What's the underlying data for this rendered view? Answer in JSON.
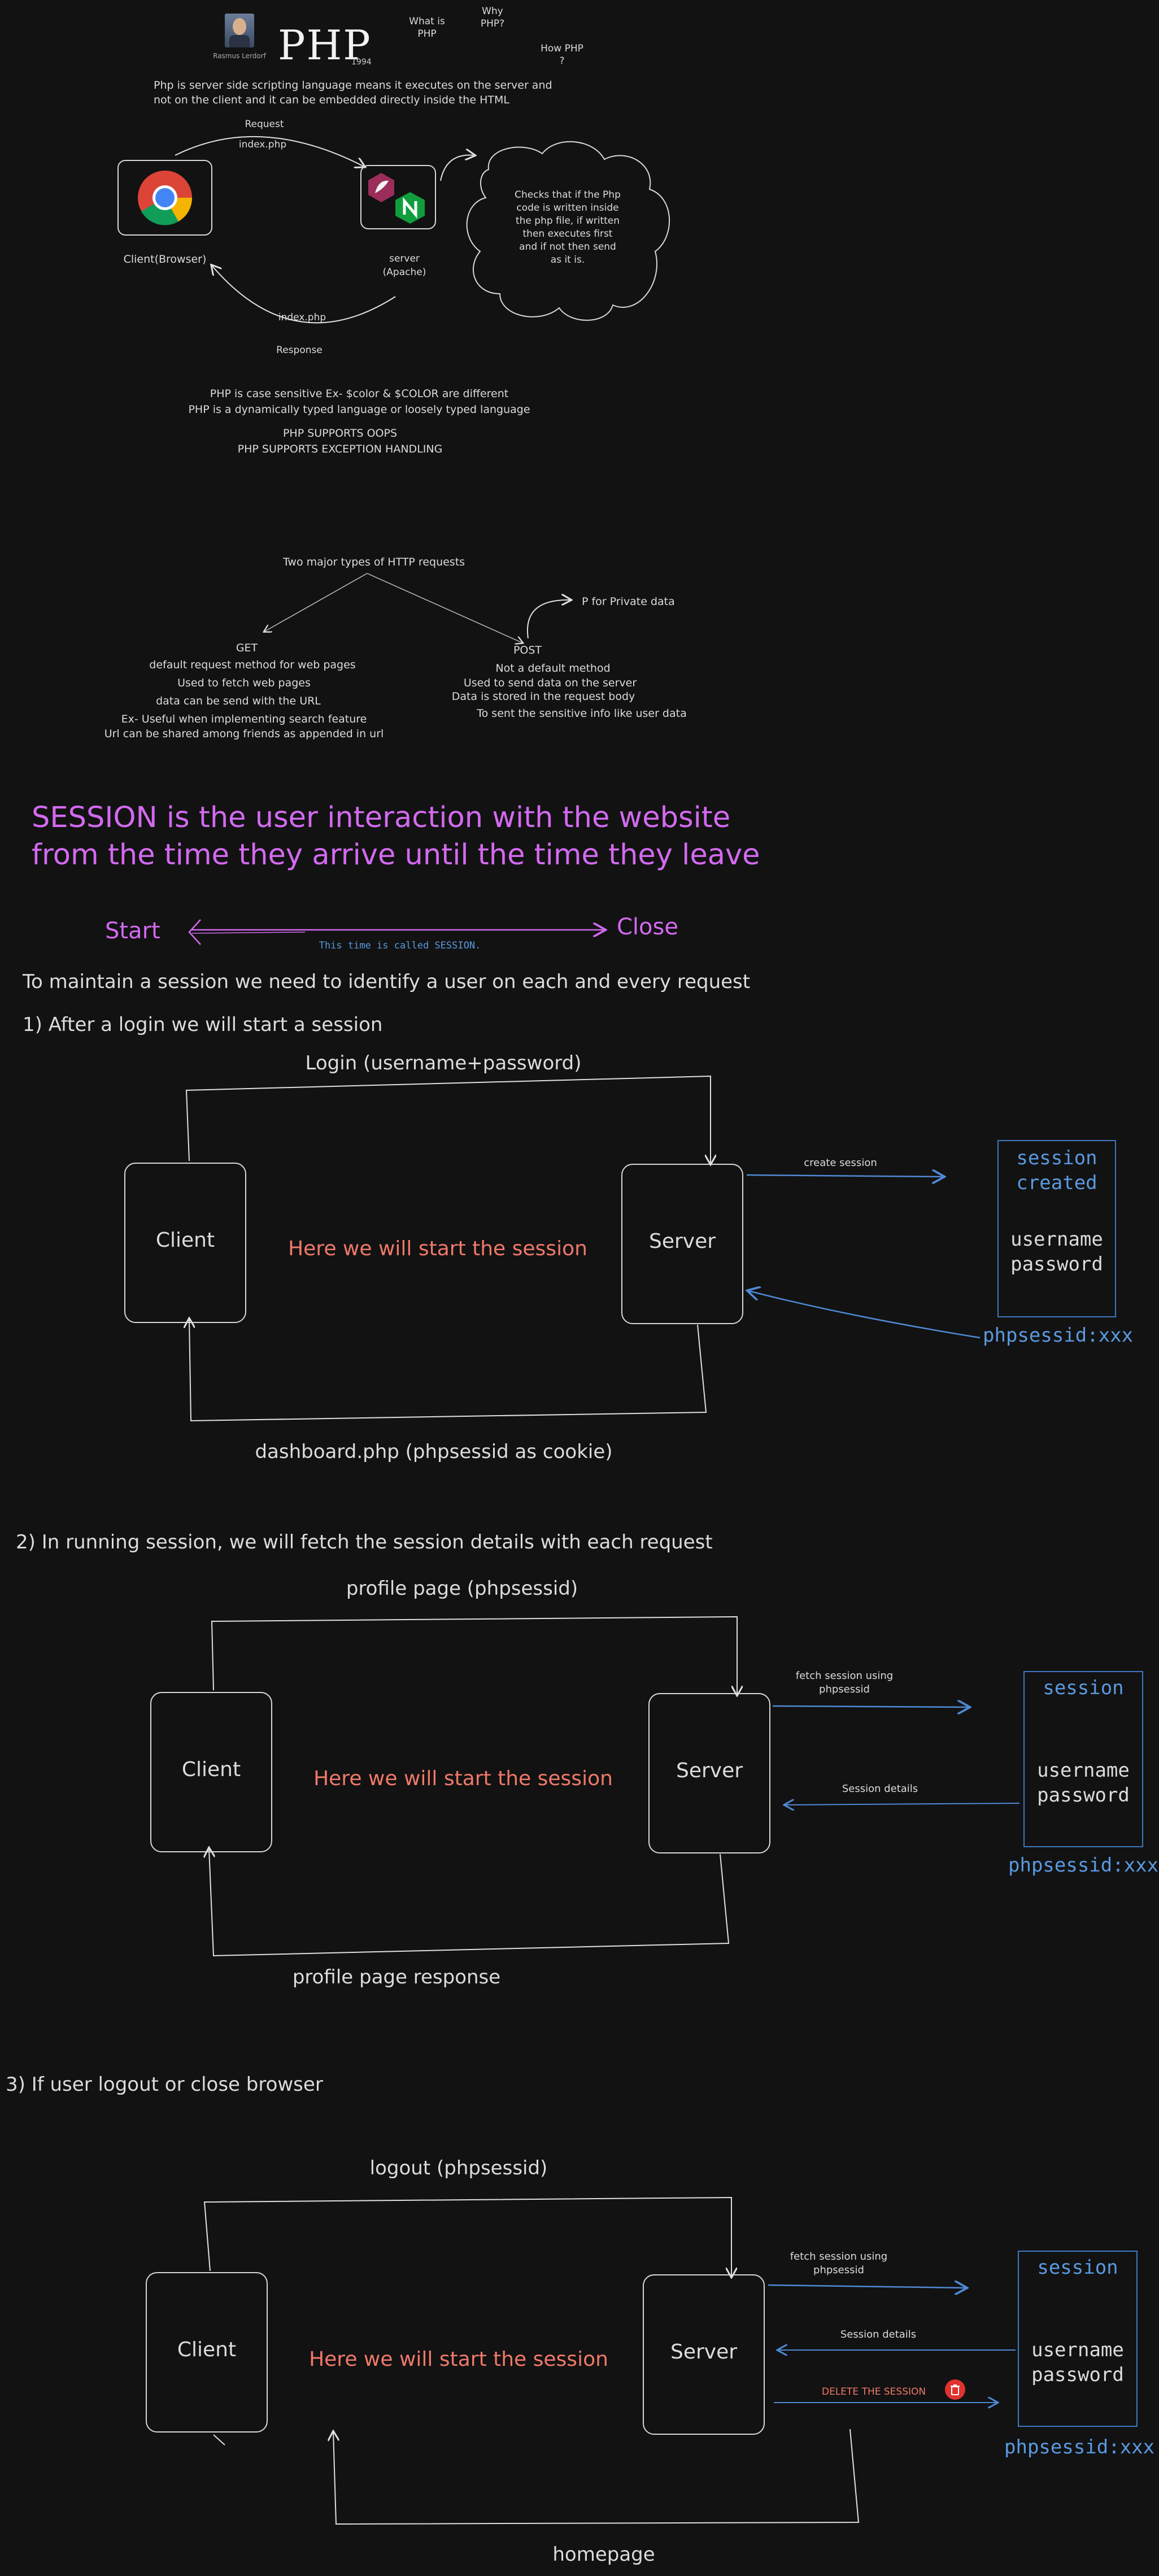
{
  "colors": {
    "background": "#121212",
    "ink": "#e8e8e8",
    "pink": "#d36af0",
    "blue": "#5a9ae0",
    "red": "#f0796a"
  },
  "intro": {
    "portrait_caption": "Rasmus Lerdorf",
    "php_title": "PHP",
    "year": "1994",
    "q_what": [
      "What is",
      "PHP"
    ],
    "q_why": [
      "Why",
      "PHP?"
    ],
    "q_how": [
      "How PHP",
      "?"
    ],
    "description": [
      "Php is server side scripting language means it executes on the server and",
      "not on the client and it can be embedded directly inside the HTML"
    ],
    "request_label": "Request",
    "request_file": "index.php",
    "client_label": "Client(Browser)",
    "server_label": [
      "server",
      "(Apache)"
    ],
    "cloud_text": [
      "Checks that if the Php",
      "code is written inside",
      "the php file, if written",
      "then executes first",
      "and if not then send",
      "as it is."
    ],
    "response_file": "index.php",
    "response_label": "Response",
    "notes": [
      "PHP is case sensitive Ex- $color & $COLOR are different",
      "PHP is a dynamically typed language or loosely typed language"
    ],
    "supports": [
      "PHP SUPPORTS OOPS",
      "PHP SUPPORTS EXCEPTION HANDLING"
    ]
  },
  "http": {
    "title": "Two major types of HTTP requests",
    "get_title": "GET",
    "get_points": [
      "default request method for web pages",
      "Used to fetch web pages",
      "data can be send with the URL",
      "Ex- Useful when implementing search feature",
      "Url can be shared among friends as appended in url"
    ],
    "post_title": "POST",
    "post_note": "P for Private data",
    "post_points": [
      "Not a default method",
      "Used to send data on the server",
      "Data is stored in the request body",
      "To sent the sensitive info like user data"
    ]
  },
  "session_intro": {
    "headline": [
      "SESSION is the user interaction with the website",
      "from the time they arrive until the time they leave"
    ],
    "start": "Start",
    "close": "Close",
    "called": "This time is called SESSION.",
    "maintain": "To maintain a session we need to identify a user on each and every request"
  },
  "step1": {
    "heading": "1) After a login we will start a session",
    "top_label": "Login (username+password)",
    "client": "Client",
    "server": "Server",
    "center": "Here we will start the session",
    "arrow_label": "create session",
    "box_title": [
      "session",
      "created"
    ],
    "box_fields": [
      "username",
      "password"
    ],
    "sessid": "phpsessid:xxx",
    "bottom_label": "dashboard.php (phpsessid as cookie)"
  },
  "step2": {
    "heading": "2) In running session, we will fetch the session details with each request",
    "top_label": "profile page (phpsessid)",
    "client": "Client",
    "server": "Server",
    "center": "Here we will start the session",
    "arrow_label": [
      "fetch session using",
      "phpsessid"
    ],
    "return_label": "Session details",
    "box_title": "session",
    "box_fields": [
      "username",
      "password"
    ],
    "sessid": "phpsessid:xxx",
    "bottom_label": "profile page response"
  },
  "step3": {
    "heading": "3) If user logout or close browser",
    "top_label": "logout (phpsessid)",
    "client": "Client",
    "server": "Server",
    "center": "Here we will start the session",
    "arrow_label": [
      "fetch session using",
      "phpsessid"
    ],
    "return_label": "Session details",
    "delete_label": "DELETE THE SESSION",
    "box_title": "session",
    "box_fields": [
      "username",
      "password"
    ],
    "sessid": "phpsessid:xxx",
    "bottom_label": "homepage"
  }
}
